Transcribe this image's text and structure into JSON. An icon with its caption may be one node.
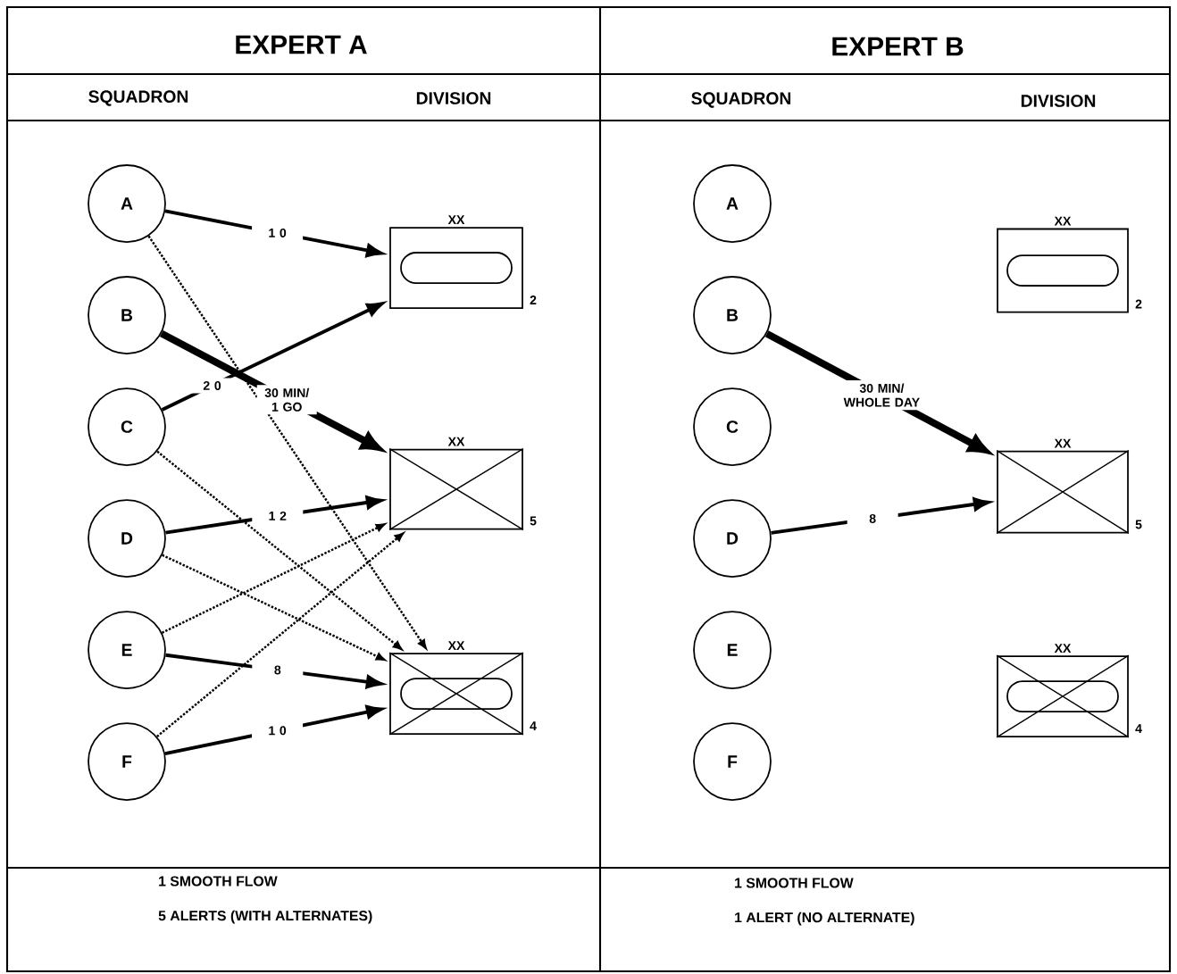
{
  "diagram": {
    "nodes": [
      {
        "text": [
          "A"
        ]
      },
      {
        "text": [
          "B"
        ]
      },
      {
        "text": [
          "C"
        ]
      },
      {
        "text": [
          "D"
        ]
      },
      {
        "text": [
          "E"
        ]
      },
      {
        "text": [
          "F"
        ]
      },
      {
        "text": [
          "XX"
        ],
        "beside": [
          "2"
        ]
      },
      {
        "text": [
          "XX"
        ],
        "beside": [
          "5"
        ]
      },
      {
        "text": [
          "XX"
        ],
        "beside": [
          "4"
        ]
      },
      {
        "text": [
          "A"
        ]
      },
      {
        "text": [
          "B"
        ]
      },
      {
        "text": [
          "C"
        ]
      },
      {
        "text": [
          "D"
        ]
      },
      {
        "text": [
          "E"
        ]
      },
      {
        "text": [
          "F"
        ]
      },
      {
        "text": [
          "XX"
        ],
        "beside": [
          "2"
        ]
      },
      {
        "text": [
          "XX"
        ],
        "beside": [
          "5"
        ]
      },
      {
        "text": [
          "XX"
        ],
        "beside": [
          "4"
        ]
      }
    ],
    "edges": [
      {
        "from": 0,
        "to": 6,
        "arrow": "to",
        "label": "1 0"
      },
      {
        "from": 0,
        "to": 8,
        "arrow": "to",
        "style": "dashed"
      },
      {
        "from": 1,
        "to": 7,
        "arrow": "to",
        "style": "thick",
        "label": "30 MIN/ 1 GO"
      },
      {
        "from": 2,
        "to": 6,
        "arrow": "to",
        "label": "2 0"
      },
      {
        "from": 2,
        "to": 8,
        "arrow": "to",
        "style": "dashed"
      },
      {
        "from": 3,
        "to": 7,
        "arrow": "to",
        "label": "1 2"
      },
      {
        "from": 3,
        "to": 8,
        "arrow": "to",
        "style": "dashed"
      },
      {
        "from": 4,
        "to": 7,
        "arrow": "to",
        "style": "dashed"
      },
      {
        "from": 4,
        "to": 8,
        "arrow": "to",
        "label": "8"
      },
      {
        "from": 5,
        "to": 7,
        "arrow": "to",
        "style": "dashed"
      },
      {
        "from": 5,
        "to": 8,
        "arrow": "to",
        "label": "1 0"
      },
      {
        "from": 10,
        "to": 16,
        "arrow": "to",
        "style": "thick",
        "label": "30 MIN/ WHOLE DAY"
      },
      {
        "from": 12,
        "to": 16,
        "arrow": "to",
        "label": "8"
      }
    ],
    "labels": [
      "EXPERT A",
      "EXPERT B",
      "SQUADRON",
      "DIVISION",
      "SQUADRON",
      "DIVISION",
      "1 SMOOTH FLOW",
      "5 ALERTS (WITH ALTERNATES)",
      "1 SMOOTH FLOW",
      "1 ALERT (NO ALTERNATE)"
    ]
  }
}
